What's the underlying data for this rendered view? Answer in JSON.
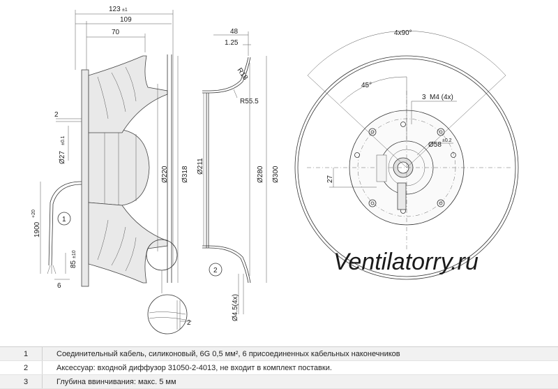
{
  "dims_left": {
    "d123": "123",
    "d123_tol": "±1",
    "d109": "109",
    "d70": "70",
    "d2_top": "2",
    "d27": "Ø27",
    "d27_tol": "±0.1",
    "d1900": "1900",
    "d1900_tol": "+20",
    "d85": "85",
    "d85_tol": "±10",
    "d6": "6",
    "d220": "Ø220",
    "d318": "Ø318",
    "d2_bottom": "2",
    "callout_1": "1"
  },
  "dims_mid": {
    "d48": "48",
    "d125": "1.25",
    "r18": "R18",
    "r555": "R55.5",
    "d211": "Ø211",
    "d280": "Ø280",
    "d300": "Ø300",
    "d45": "Ø4.5(4x)",
    "callout_2": "2"
  },
  "dims_right": {
    "angle4x90": "4x90°",
    "angle45": "45°",
    "callout_3": "3",
    "m4": "M4 (4x)",
    "d58": "Ø58",
    "d58_tol": "±0.2",
    "d27": "27"
  },
  "watermark": "Ventilatorry.ru",
  "notes": [
    {
      "num": "1",
      "text": "Соединительный кабель, силиконовый, 6G 0,5 мм², 6 присоединенных кабельных наконечников"
    },
    {
      "num": "2",
      "text": "Аксессуар: входной диффузор 31050-2-4013, не входит в комплект поставки."
    },
    {
      "num": "3",
      "text": "Глубина ввинчивания: макс. 5 мм"
    }
  ]
}
